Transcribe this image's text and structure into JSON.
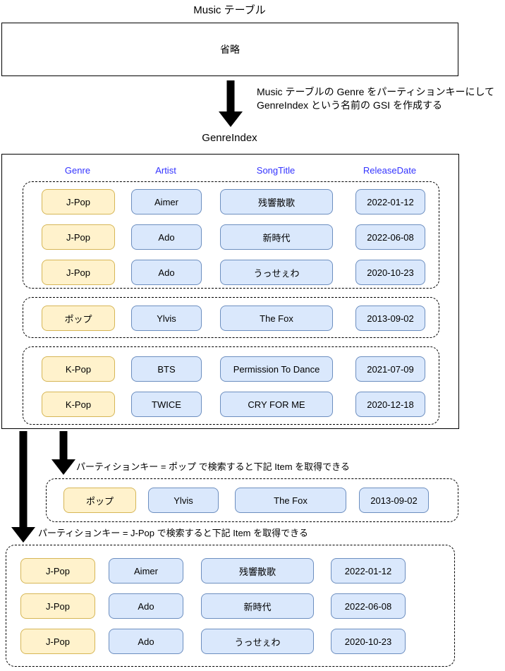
{
  "music_table": {
    "title": "Music テーブル",
    "placeholder": "省略"
  },
  "gsi_note": {
    "line1": "Music テーブルの Genre をパーティションキーにして",
    "line2": "GenreIndex という名前の GSI を作成する"
  },
  "genre_index": {
    "title": "GenreIndex",
    "columns": [
      "Genre",
      "Artist",
      "SongTitle",
      "ReleaseDate"
    ],
    "groups": [
      {
        "rows": [
          [
            "J-Pop",
            "Aimer",
            "残響散歌",
            "2022-01-12"
          ],
          [
            "J-Pop",
            "Ado",
            "新時代",
            "2022-06-08"
          ],
          [
            "J-Pop",
            "Ado",
            "うっせぇわ",
            "2020-10-23"
          ]
        ]
      },
      {
        "rows": [
          [
            "ポップ",
            "Ylvis",
            "The Fox",
            "2013-09-02"
          ]
        ]
      },
      {
        "rows": [
          [
            "K-Pop",
            "BTS",
            "Permission To Dance",
            "2021-07-09"
          ],
          [
            "K-Pop",
            "TWICE",
            "CRY FOR ME",
            "2020-12-18"
          ]
        ]
      }
    ]
  },
  "queries": [
    {
      "note": "パーティションキー = ポップ で検索すると下記 Item を取得できる",
      "rows": [
        [
          "ポップ",
          "Ylvis",
          "The Fox",
          "2013-09-02"
        ]
      ]
    },
    {
      "note": "パーティションキー = J-Pop で検索すると下記 Item を取得できる",
      "rows": [
        [
          "J-Pop",
          "Aimer",
          "残響散歌",
          "2022-01-12"
        ],
        [
          "J-Pop",
          "Ado",
          "新時代",
          "2022-06-08"
        ],
        [
          "J-Pop",
          "Ado",
          "うっせぇわ",
          "2020-10-23"
        ]
      ]
    }
  ],
  "icons": {
    "transform_arrow": "thick-down-arrow",
    "query_arrow": "thick-down-arrow"
  },
  "colors": {
    "partition_key_fill": "#FFF2CC",
    "partition_key_border": "#D6B656",
    "attribute_fill": "#DAE8FC",
    "attribute_border": "#6C8EBF",
    "header_text": "#3333FF",
    "arrow": "#000000"
  }
}
